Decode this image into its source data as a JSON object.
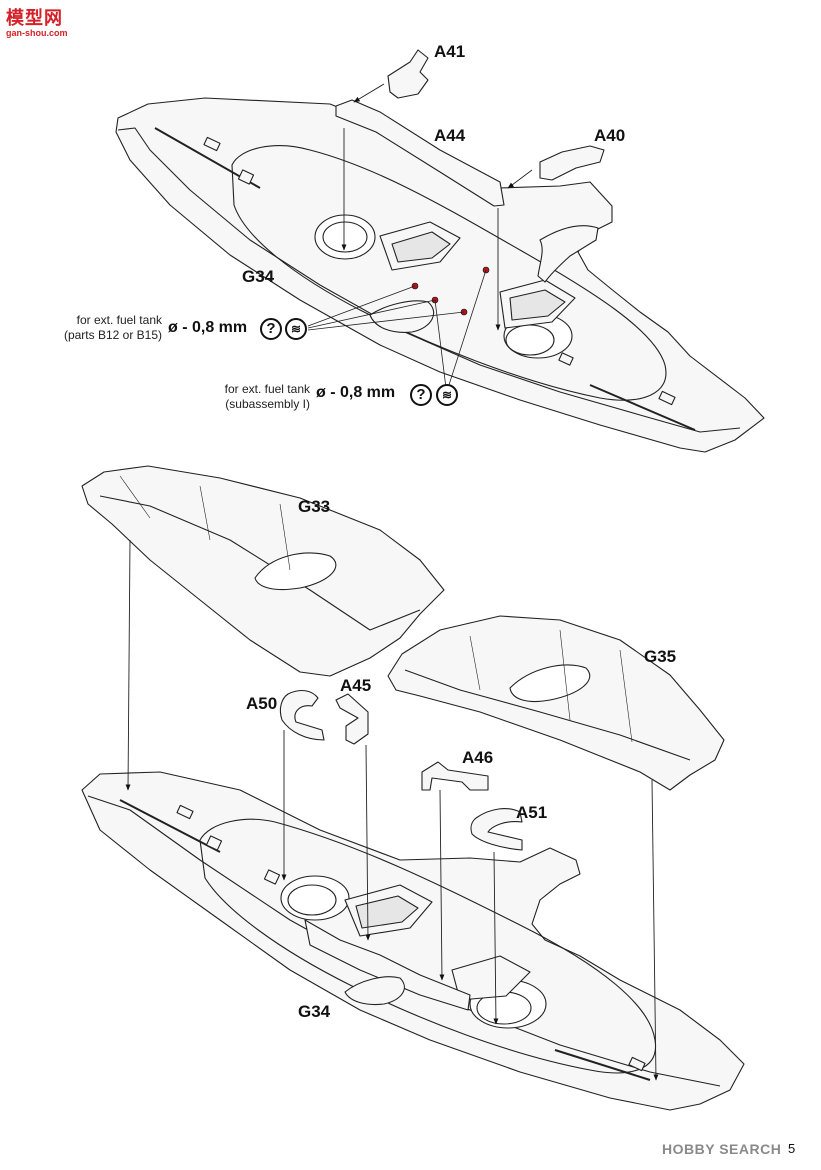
{
  "watermark": {
    "brand_cn": "模型网",
    "url": "gan-shou.com"
  },
  "step_top": {
    "parts": {
      "a41": "A41",
      "a44": "A44",
      "a40": "A40",
      "g34": "G34"
    },
    "note1": {
      "line1": "for ext. fuel tank",
      "line2": "(parts B12 or B15)",
      "drill": "ø - 0,8 mm"
    },
    "note2": {
      "line1": "for ext. fuel tank",
      "line2": "(subassembly I)",
      "drill": "ø - 0,8 mm"
    },
    "icons": {
      "optional": "optional-question-icon",
      "drill": "drill-bit-icon"
    }
  },
  "step_bottom": {
    "parts": {
      "g33": "G33",
      "g35": "G35",
      "a50": "A50",
      "a45": "A45",
      "a46": "A46",
      "a51": "A51",
      "g34": "G34"
    }
  },
  "footer": {
    "source": "HOBBY SEARCH",
    "page_number": "5"
  },
  "colors": {
    "ink": "#111111",
    "part_fill": "#f7f7f7",
    "drill_marker": "#b0151b",
    "watermark_red": "#d61f26"
  }
}
